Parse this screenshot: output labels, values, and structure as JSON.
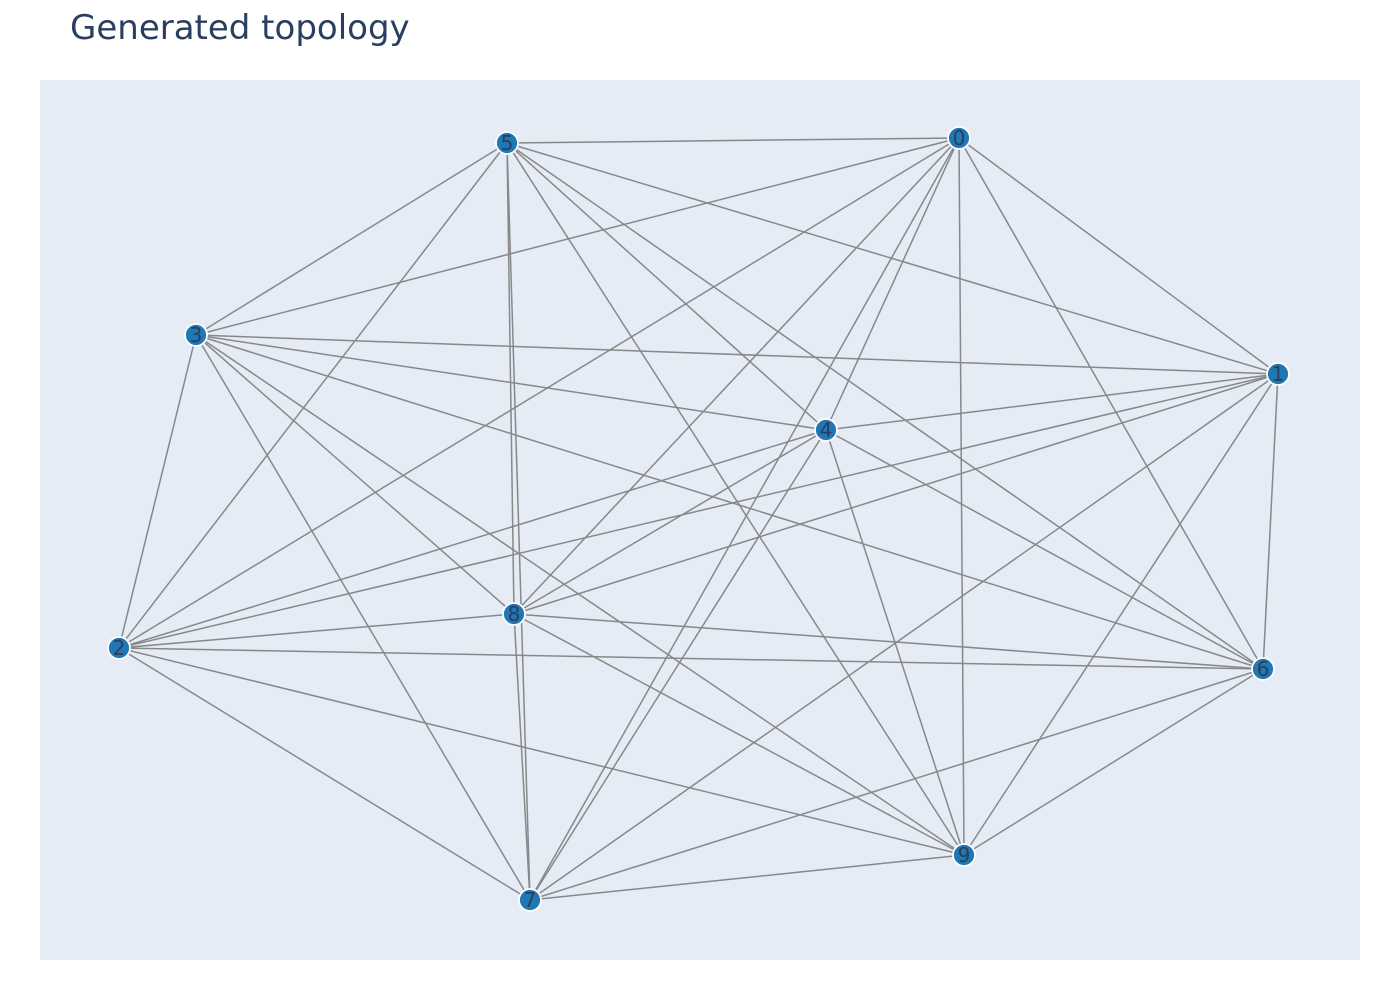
{
  "title": "Generated topology",
  "colors": {
    "plot_background": "#e5ecf6",
    "edge": "#888888",
    "node_fill": "#1f77b4",
    "node_stroke": "#ffffff",
    "label": "#2a3f5f"
  },
  "nodes": [
    {
      "id": "0",
      "label": "0"
    },
    {
      "id": "1",
      "label": "1"
    },
    {
      "id": "2",
      "label": "2"
    },
    {
      "id": "3",
      "label": "3"
    },
    {
      "id": "4",
      "label": "4"
    },
    {
      "id": "5",
      "label": "5"
    },
    {
      "id": "6",
      "label": "6"
    },
    {
      "id": "7",
      "label": "7"
    },
    {
      "id": "8",
      "label": "8"
    },
    {
      "id": "9",
      "label": "9"
    }
  ],
  "edges": [
    [
      "5",
      "0"
    ],
    [
      "5",
      "3"
    ],
    [
      "5",
      "2"
    ],
    [
      "5",
      "8"
    ],
    [
      "5",
      "7"
    ],
    [
      "5",
      "9"
    ],
    [
      "5",
      "4"
    ],
    [
      "5",
      "6"
    ],
    [
      "5",
      "1"
    ],
    [
      "0",
      "3"
    ],
    [
      "0",
      "2"
    ],
    [
      "0",
      "8"
    ],
    [
      "0",
      "7"
    ],
    [
      "0",
      "4"
    ],
    [
      "0",
      "9"
    ],
    [
      "0",
      "6"
    ],
    [
      "0",
      "1"
    ],
    [
      "3",
      "1"
    ],
    [
      "3",
      "4"
    ],
    [
      "3",
      "2"
    ],
    [
      "3",
      "8"
    ],
    [
      "3",
      "7"
    ],
    [
      "3",
      "9"
    ],
    [
      "3",
      "6"
    ],
    [
      "1",
      "4"
    ],
    [
      "1",
      "2"
    ],
    [
      "1",
      "8"
    ],
    [
      "1",
      "7"
    ],
    [
      "1",
      "9"
    ],
    [
      "1",
      "6"
    ],
    [
      "4",
      "2"
    ],
    [
      "4",
      "8"
    ],
    [
      "4",
      "7"
    ],
    [
      "4",
      "9"
    ],
    [
      "4",
      "6"
    ],
    [
      "2",
      "8"
    ],
    [
      "2",
      "6"
    ],
    [
      "2",
      "7"
    ],
    [
      "2",
      "9"
    ],
    [
      "8",
      "7"
    ],
    [
      "8",
      "6"
    ],
    [
      "8",
      "9"
    ],
    [
      "6",
      "9"
    ],
    [
      "6",
      "7"
    ],
    [
      "9",
      "7"
    ]
  ]
}
